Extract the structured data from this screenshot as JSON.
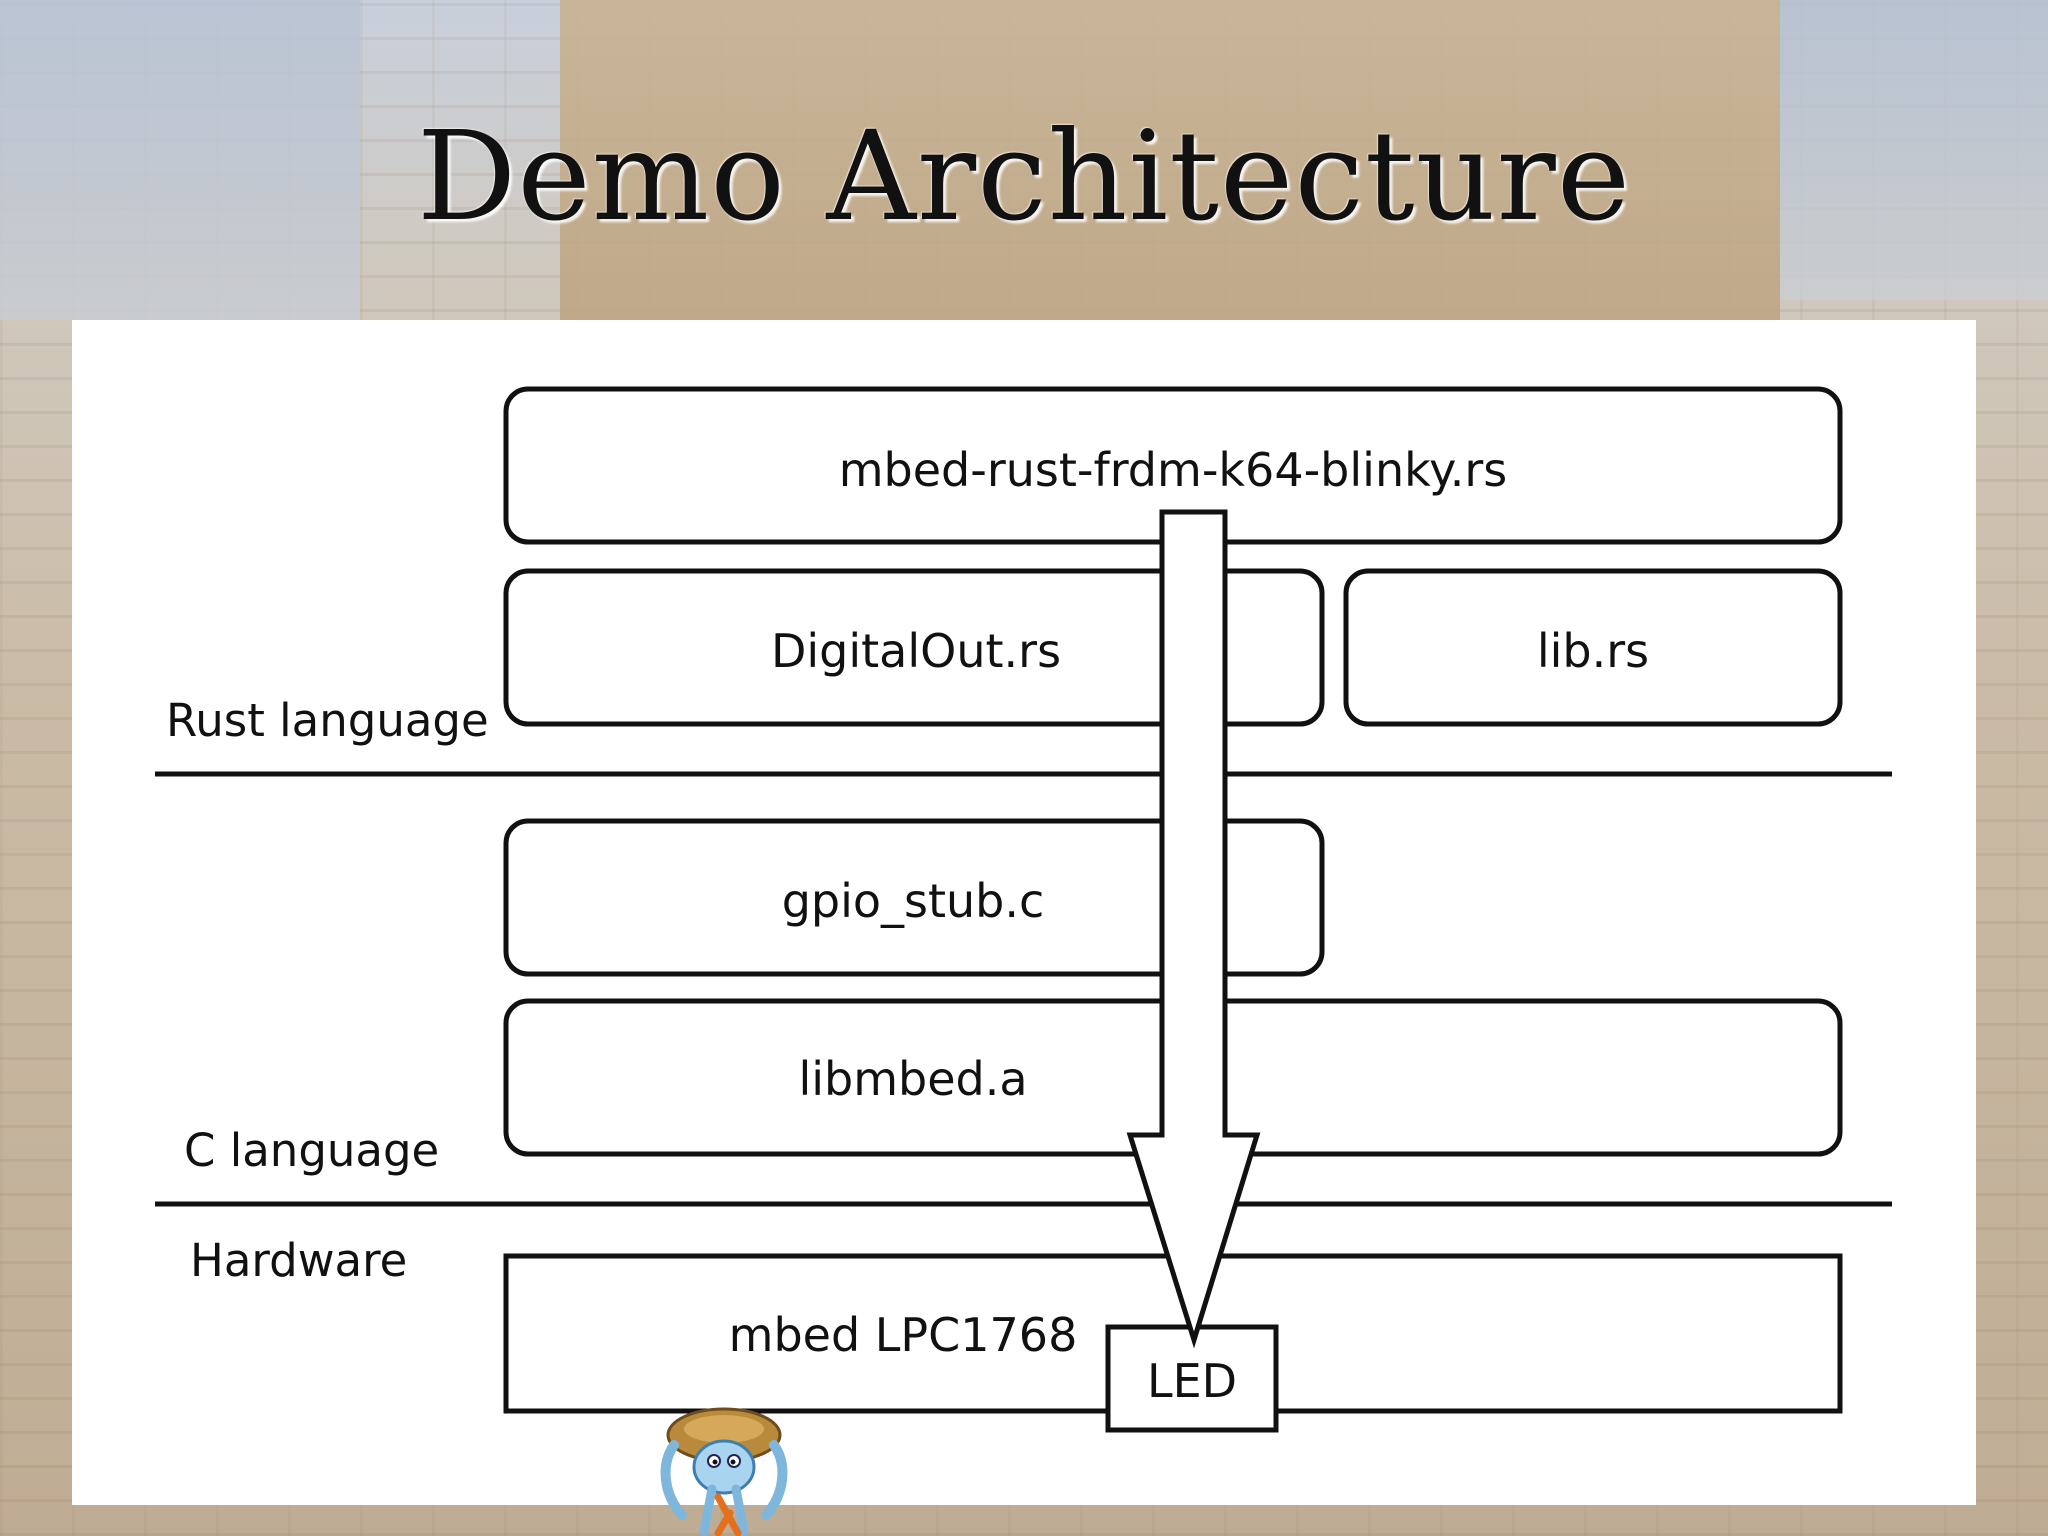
{
  "slide": {
    "title": "Demo Architecture"
  },
  "diagram": {
    "layers": {
      "rust": "Rust language",
      "c": "C language",
      "hardware": "Hardware"
    },
    "boxes": {
      "blinky": "mbed-rust-frdm-k64-blinky.rs",
      "digitalout": "DigitalOut.rs",
      "lib": "lib.rs",
      "gpio_stub": "gpio_stub.c",
      "libmbed": "libmbed.a",
      "board": "mbed LPC1768",
      "led": "LED"
    }
  },
  "colors": {
    "stroke": "#111111",
    "panel": "#ffffff"
  },
  "icons": {
    "mascot": "rust-crab-mascot-icon"
  }
}
